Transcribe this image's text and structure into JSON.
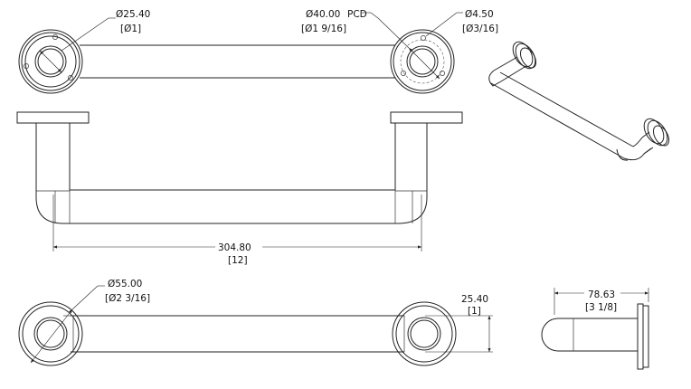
{
  "top_view": {
    "flange_inner_dia": "Ø25.40",
    "flange_inner_dia_in": "[Ø1]",
    "pcd_dia": "Ø40.00",
    "pcd_dia_in": "[Ø1 9/16]",
    "pcd_label": "PCD",
    "hole_dia": "Ø4.50",
    "hole_dia_in": "[Ø3/16]"
  },
  "front_view": {
    "length": "304.80",
    "length_in": "[12]"
  },
  "bottom_view": {
    "flange_dia": "Ø55.00",
    "flange_dia_in": "[Ø2 3/16]",
    "tube_dia": "25.40",
    "tube_dia_in": "[1]"
  },
  "side_view": {
    "projection": "78.63",
    "projection_in": "[3 1/8]"
  }
}
